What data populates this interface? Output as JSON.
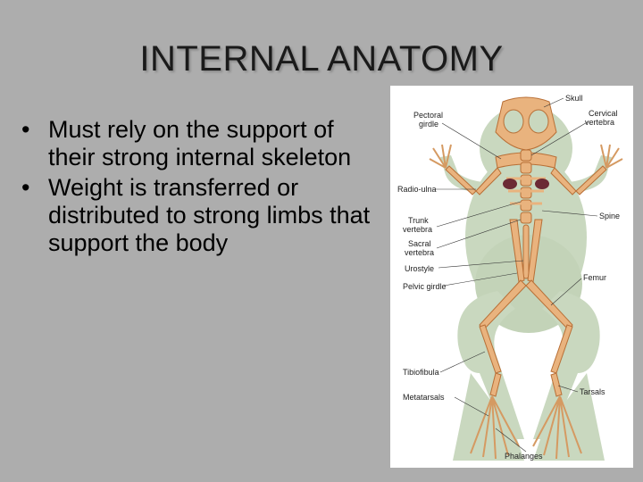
{
  "slide": {
    "title": "INTERNAL ANATOMY",
    "bullets": [
      {
        "text": "Must rely on the support of their strong internal skeleton"
      },
      {
        "text": "Weight is transferred or distributed to strong limbs that support the body"
      }
    ]
  },
  "figure": {
    "labels": {
      "skull": "Skull",
      "pectoral_1": "Pectoral",
      "pectoral_2": "girdle",
      "cervical_1": "Cervical",
      "cervical_2": "vertebra",
      "radio_ulna": "Radio-ulna",
      "spine": "Spine",
      "trunk_1": "Trunk",
      "trunk_2": "vertebra",
      "sacral_1": "Sacral",
      "sacral_2": "vertebra",
      "urostyle": "Urostyle",
      "pelvic": "Pelvic girdle",
      "femur": "Femur",
      "tibiofibula": "Tibiofibula",
      "tarsals": "Tarsals",
      "metatarsals": "Metatarsals",
      "phalanges": "Phalanges"
    },
    "colors": {
      "body": "#c9d8bf",
      "bone": "#e9b37e",
      "bone_dark": "#b86f36",
      "organ": "#6b2a35"
    }
  }
}
